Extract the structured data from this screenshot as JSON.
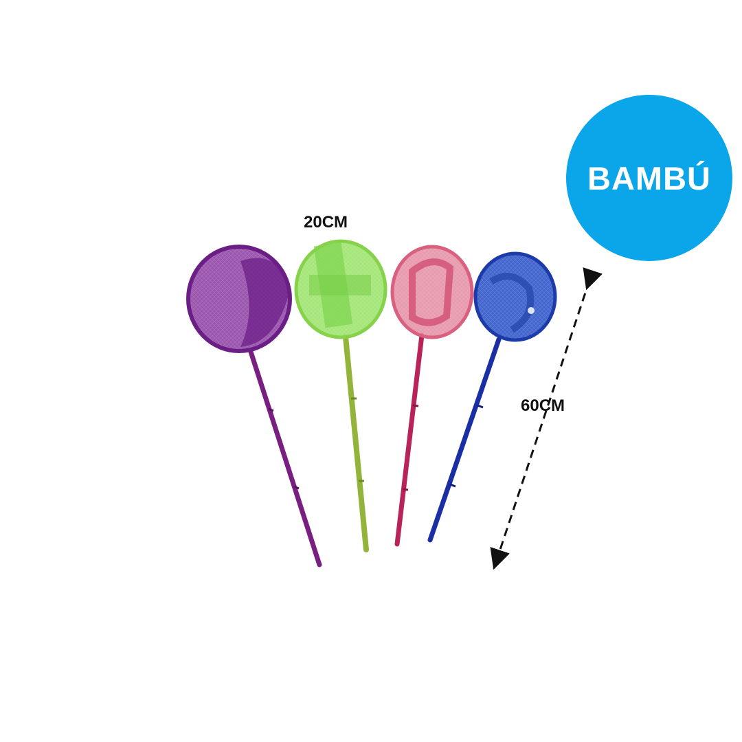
{
  "badge": {
    "label": "BAMBÚ",
    "color": "#0ba5e9"
  },
  "dimensions": {
    "net_width": "20CM",
    "handle_length": "60CM"
  },
  "nets": [
    {
      "name": "purple",
      "frame": "#6b1f86",
      "mesh": "#8a3aa0",
      "handle": "#7a1f82"
    },
    {
      "name": "green",
      "frame": "#86d24a",
      "mesh": "#9be36a",
      "handle": "#92b43a"
    },
    {
      "name": "pink",
      "frame": "#d9607e",
      "mesh": "#e48aa0",
      "handle": "#b8245a"
    },
    {
      "name": "blue",
      "frame": "#1c3aa8",
      "mesh": "#2d55c8",
      "handle": "#1a2fa3"
    }
  ]
}
